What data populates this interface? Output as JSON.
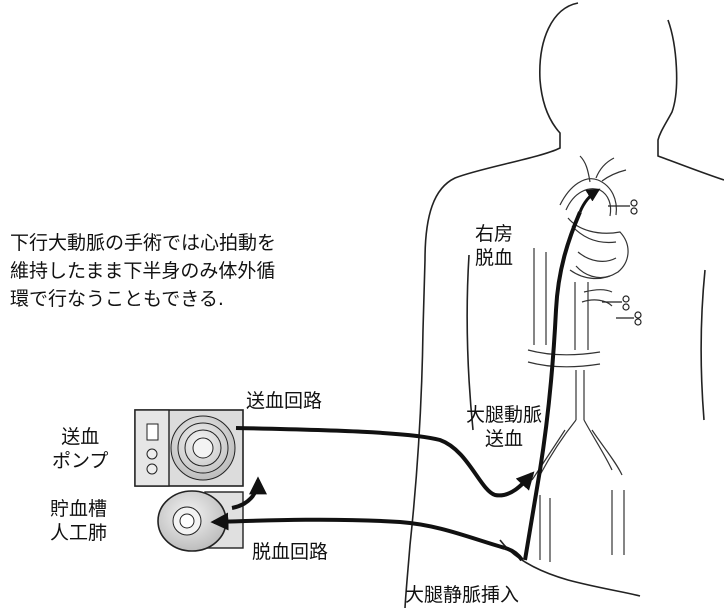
{
  "description_lines": [
    "下行大動脈の手術では心拍動を",
    "維持したまま下半身のみ体外循",
    "環で行なうこともできる."
  ],
  "labels": {
    "right_atrium": [
      "右房",
      "脱血"
    ],
    "femoral_artery": [
      "大腿動脈",
      "送血"
    ],
    "femoral_vein": "大腿静脈挿入",
    "pump": [
      "送血",
      "ポンプ"
    ],
    "reservoir": [
      "貯血槽",
      "人工肺"
    ],
    "arterial_line": "送血回路",
    "venous_line": "脱血回路"
  }
}
